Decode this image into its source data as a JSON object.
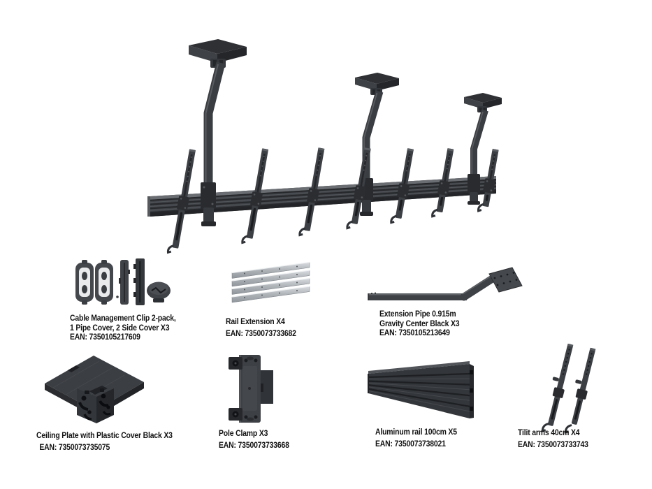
{
  "page": {
    "background": "#ffffff",
    "description": "Triple ceiling-pipe menu-board rail mount with tilt arms, shown above its seven kit components"
  },
  "palette": {
    "product_dark": "#232528",
    "product_mid": "#3c3f44",
    "product_light": "#5d6065",
    "metal_light": "#d8dbde",
    "text": "#121212"
  },
  "hero": {
    "name": "ceiling-rail-mount-assembly",
    "parts_shown": [
      "3 ceiling plates",
      "3 bent pipes",
      "1 long aluminum rail",
      "7 tilt arms"
    ]
  },
  "components": [
    {
      "id": "cable-management",
      "lines": [
        "Cable Management Clip 2-pack,",
        "1 Pipe Cover, 2 Side Cover X3"
      ],
      "ean": "EAN: 7350105217609"
    },
    {
      "id": "rail-extension",
      "lines": [
        "Rail Extension X4"
      ],
      "ean": "EAN: 7350073733682"
    },
    {
      "id": "extension-pipe",
      "lines": [
        "Extension Pipe 0.915m",
        "Gravity Center Black X3"
      ],
      "ean": "EAN: 7350105213649"
    },
    {
      "id": "ceiling-plate",
      "lines": [
        "Ceiling Plate with Plastic Cover Black X3"
      ],
      "ean": "EAN: 7350073735075"
    },
    {
      "id": "pole-clamp",
      "lines": [
        "Pole Clamp X3"
      ],
      "ean": "EAN: 7350073733668"
    },
    {
      "id": "aluminum-rail",
      "lines": [
        "Aluminum rail 100cm X5"
      ],
      "ean": "EAN: 7350073738021"
    },
    {
      "id": "tilt-arms",
      "lines": [
        "Tilit arms 40cm X4"
      ],
      "ean": "EAN: 7350073733743"
    }
  ]
}
